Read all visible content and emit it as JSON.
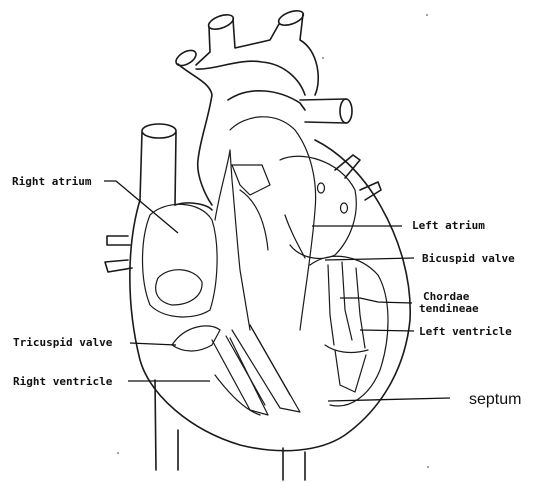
{
  "labels": {
    "right_atrium": "Right atrium",
    "left_atrium": "Left atrium",
    "bicuspid_valve": "Bicuspid valve",
    "chordae_line1": "Chordae",
    "chordae_line2": "tendineae",
    "left_ventricle": "Left ventricle",
    "tricuspid_valve": "Tricuspid valve",
    "right_ventricle": "Right ventricle",
    "septum": "septum"
  }
}
